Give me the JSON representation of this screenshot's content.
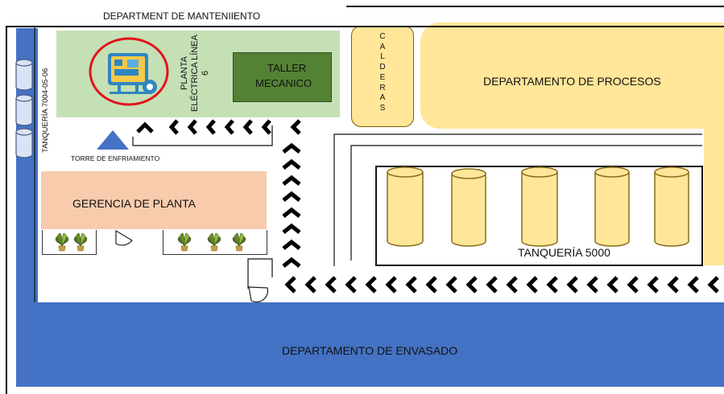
{
  "title": "DEPARTMENT DE MANTENIIENTO",
  "labels": {
    "planta": "PLANTA ELÉCTRICA LÍNEA 6",
    "taller_line1": "TALLER",
    "taller_line2": "MECANICO",
    "calderas": "CALDERAS",
    "procesos": "DEPARTAMENTO DE PROCESOS",
    "tanqueria_vertical": "TANQUERÍA 7004-05-06",
    "torre": "TORRE DE ENFRIAMIENTO",
    "gerencia": "GERENCIA DE PLANTA",
    "tanqueria_5000": "TANQUERÍA 5000",
    "envasado": "DEPARTAMENTO DE ENVASADO"
  },
  "colors": {
    "blue": "#4472c4",
    "green_light": "#c5e0b4",
    "green_dark": "#548235",
    "yellow": "#ffe699",
    "salmon": "#f8cbad",
    "red_circle": "#e0141c"
  },
  "icons": {
    "generator": "generator-icon",
    "plant": "potted-plant-icon",
    "chevron_left": "chevron-left-icon",
    "chevron_up": "chevron-up-icon",
    "door": "door-swing-icon",
    "tower": "triangle-icon",
    "tank": "cylinder-tank-icon"
  }
}
